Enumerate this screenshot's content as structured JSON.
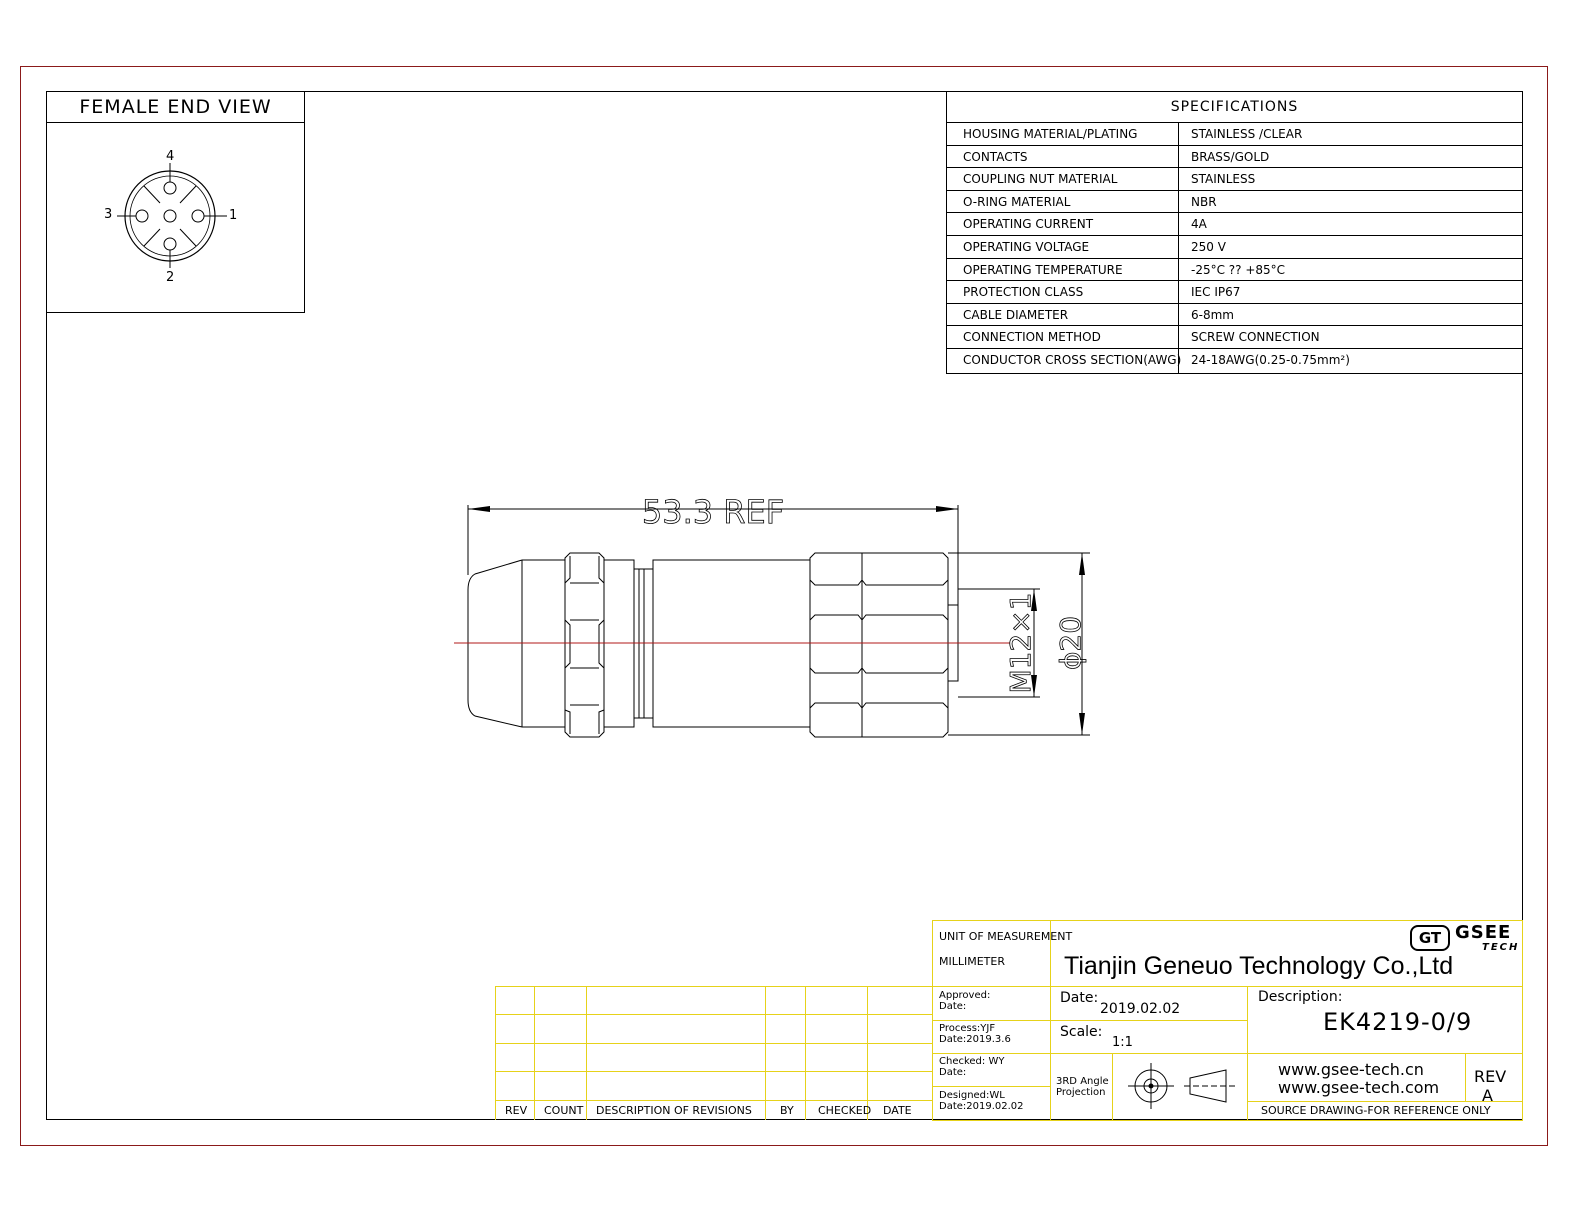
{
  "end_view": {
    "title": "FEMALE END VIEW",
    "pins": [
      "1",
      "2",
      "3",
      "4"
    ]
  },
  "specifications": {
    "title": "SPECIFICATIONS",
    "rows": [
      {
        "key": "HOUSING MATERIAL/PLATING",
        "value": "STAINLESS /CLEAR"
      },
      {
        "key": "CONTACTS",
        "value": "BRASS/GOLD"
      },
      {
        "key": "COUPLING NUT MATERIAL",
        "value": "STAINLESS"
      },
      {
        "key": "O-RING MATERIAL",
        "value": "NBR"
      },
      {
        "key": "OPERATING CURRENT",
        "value": "4A"
      },
      {
        "key": "OPERATING VOLTAGE",
        "value": "250 V"
      },
      {
        "key": "OPERATING TEMPERATURE",
        "value": "-25°C ?? +85°C"
      },
      {
        "key": "PROTECTION CLASS",
        "value": "IEC  IP67"
      },
      {
        "key": "CABLE  DIAMETER",
        "value": "6-8mm"
      },
      {
        "key": "CONNECTION  METHOD",
        "value": "SCREW  CONNECTION"
      },
      {
        "key": "CONDUCTOR  CROSS  SECTION(AWG)",
        "value": "24-18AWG(0.25-0.75mm²)"
      }
    ]
  },
  "dimensions": {
    "length": "53.3 REF",
    "thread": "M12×1",
    "diameter": "ϕ20"
  },
  "revisions": {
    "headers": [
      "REV",
      "COUNT",
      "DESCRIPTION  OF  REVISIONS",
      "BY",
      "CHECKED",
      "DATE"
    ]
  },
  "title_block": {
    "unit_label": "UNIT OF MEASUREMENT",
    "unit_value": "MILLIMETER",
    "company": "Tianjin Geneuo Technology Co.,Ltd",
    "logo_mark": "GT",
    "logo_name": "GSEE",
    "logo_sub": "TECH",
    "approved": "Approved:",
    "approved_date": "Date:",
    "process": "Process:YJF",
    "process_date": "Date:2019.3.6",
    "checked": "Checked: WY",
    "checked_date": "Date:",
    "designed": "Designed:WL",
    "designed_date": "Date:2019.02.02",
    "date_label": "Date:",
    "date_value": "2019.02.02",
    "scale_label": "Scale:",
    "scale_value": "1:1",
    "projection_1": "3RD Angle",
    "projection_2": "Projection",
    "description_label": "Description:",
    "description_value": "EK4219-0/9",
    "url_1": "www.gsee-tech.cn",
    "url_2": "www.gsee-tech.com",
    "rev_label": "REV",
    "rev_value": "A",
    "source_note": "SOURCE DRAWING-FOR REFERENCE ONLY"
  }
}
